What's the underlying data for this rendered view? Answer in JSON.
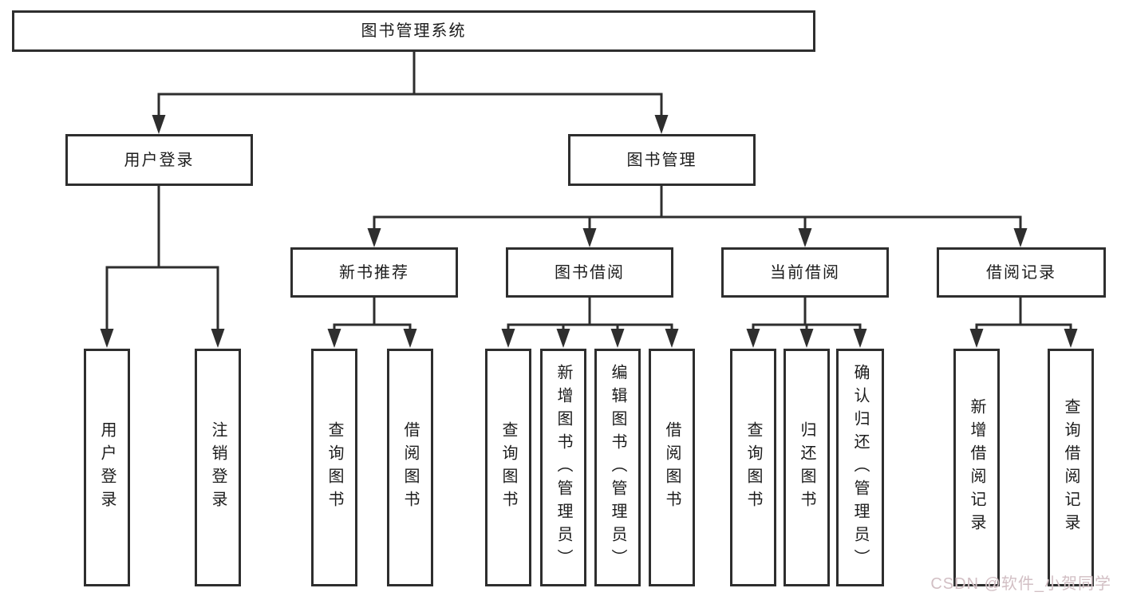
{
  "diagram": {
    "root": "图书管理系统",
    "branches": [
      {
        "label": "用户登录",
        "children": [
          "用户登录",
          "注销登录"
        ]
      },
      {
        "label": "图书管理",
        "modules": [
          {
            "label": "新书推荐",
            "children": [
              "查询图书",
              "借阅图书"
            ]
          },
          {
            "label": "图书借阅",
            "children": [
              "查询图书",
              "新增图书（管理员）",
              "编辑图书（管理员）",
              "借阅图书"
            ]
          },
          {
            "label": "当前借阅",
            "children": [
              "查询图书",
              "归还图书",
              "确认归还（管理员）"
            ]
          },
          {
            "label": "借阅记录",
            "children": [
              "新增借阅记录",
              "查询借阅记录"
            ]
          }
        ]
      }
    ]
  },
  "watermark": {
    "text": "CSDN @软件_小贺同学"
  },
  "colors": {
    "line": "#2e2e2e",
    "text": "#1c1c1c",
    "bg": "#ffffff",
    "watermark": "#d2bfc4"
  }
}
